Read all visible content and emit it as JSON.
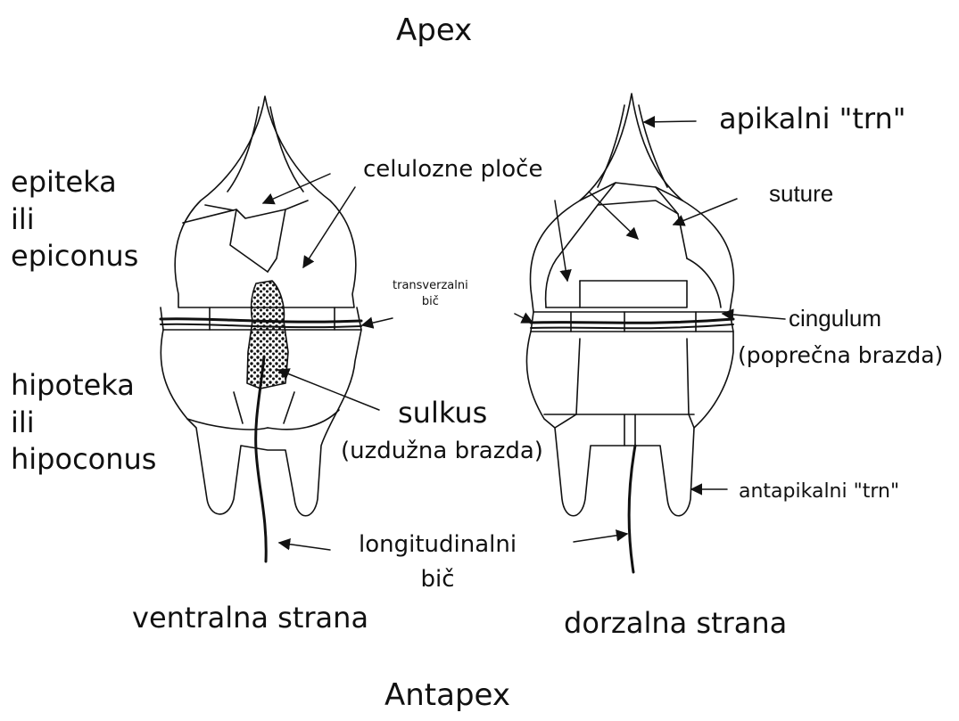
{
  "labels": {
    "apex": "Apex",
    "antapex": "Antapex",
    "epiteka": [
      "epiteka",
      "ili",
      "epiconus"
    ],
    "hipoteka": [
      "hipoteka",
      "ili",
      "hipoconus"
    ],
    "celulozne_ploce": "celulozne ploče",
    "transverzalni_bic": [
      "transverzalni",
      "bič"
    ],
    "sulkus": "sulkus",
    "uzduzna_brazda": "(uzdužna brazda)",
    "longitudinalni_bic": [
      "longitudinalni",
      "bič"
    ],
    "ventralna_strana": "ventralna strana",
    "dorzalna_strana": "dorzalna strana",
    "apikalni_trn": "apikalni \"trn\"",
    "suture": "suture",
    "cingulum": "cingulum",
    "poprecna_brazda": "(poprečna brazda)",
    "antapikalni_trn": "antapikalni \"trn\""
  },
  "colors": {
    "line": "#111111",
    "background": "#ffffff"
  }
}
